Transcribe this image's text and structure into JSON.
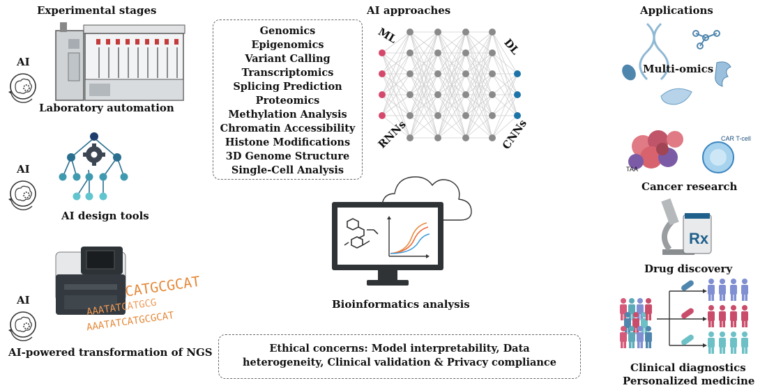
{
  "left": {
    "heading": "Experimental stages",
    "ai_label": "AI",
    "items": [
      {
        "label": "Laboratory automation",
        "icon": "lab-robot-icon"
      },
      {
        "label": "AI design tools",
        "icon": "design-tree-icon"
      },
      {
        "label": "AI-powered transformation of NGS",
        "icon": "sequencer-icon"
      }
    ],
    "dna_rows": [
      "CATGCGCAT",
      "AAATATCATGCG",
      "AAATATCATGCGCAT"
    ]
  },
  "center": {
    "heading": "AI approaches",
    "approaches": [
      "Genomics",
      "Epigenomics",
      "Variant Calling",
      "Transcriptomics",
      "Splicing Prediction",
      "Proteomics",
      "Methylation Analysis",
      "Chromatin Accessibility",
      "Histone Modifications",
      "3D Genome Structure",
      "Single-Cell Analysis"
    ],
    "network_labels": {
      "top_left": "ML",
      "top_right": "DL",
      "bottom_left": "RNNs",
      "bottom_right": "CNNs"
    },
    "bioinformatics_label": "Bioinformatics analysis",
    "ethics_line1": "Ethical concerns: Model interpretability, Data",
    "ethics_line2": "heterogeneity, Clinical validation & Privacy compliance"
  },
  "right": {
    "heading": "Applications",
    "items": [
      {
        "label": "Multi-omics",
        "icon": "molecules-icon"
      },
      {
        "label": "Cancer research",
        "icon": "cancer-cells-icon"
      },
      {
        "label": "Drug discovery",
        "icon": "microscope-rx-icon"
      },
      {
        "label": "Clinical diagnostics",
        "icon": "people-groups-icon"
      },
      {
        "label": "Personalized medicine",
        "icon": "pills-icon"
      }
    ],
    "car_t_label": "CAR T-cell",
    "taa_label": "TAA",
    "rx_label": "Rx"
  },
  "colors": {
    "input_node": "#d5486b",
    "hidden_node": "#8a8a8a",
    "output_node": "#1b73a8",
    "brand_blue": "#1f5f8b",
    "teal": "#48b3c4",
    "orange": "#e4893a"
  }
}
